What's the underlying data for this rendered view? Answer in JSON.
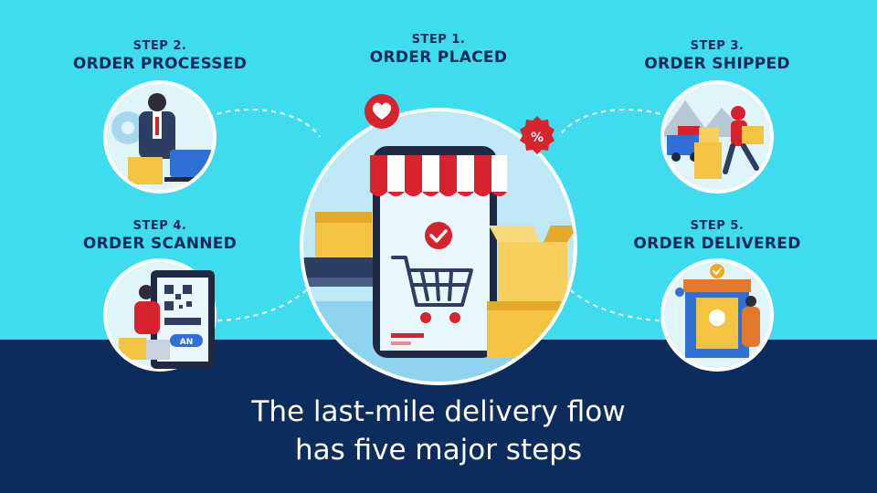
{
  "center": {
    "step": "STEP 1.",
    "title": "ORDER PLACED"
  },
  "steps": [
    {
      "step": "STEP 2.",
      "title": "ORDER PROCESSED"
    },
    {
      "step": "STEP 3.",
      "title": "ORDER SHIPPED"
    },
    {
      "step": "STEP 4.",
      "title": "ORDER SCANNED"
    },
    {
      "step": "STEP 5.",
      "title": "ORDER DELIVERED"
    }
  ],
  "badges": {
    "discount": "%"
  },
  "scan_text": "AN",
  "headline": {
    "line1": "The last-mile delivery flow",
    "line2": "has five major steps"
  },
  "colors": {
    "sky": "#3fdcf0",
    "navy": "#0c2c5e",
    "label": "#0b2a5a",
    "badge_red": "#d8232f",
    "box": "#f5c342"
  }
}
